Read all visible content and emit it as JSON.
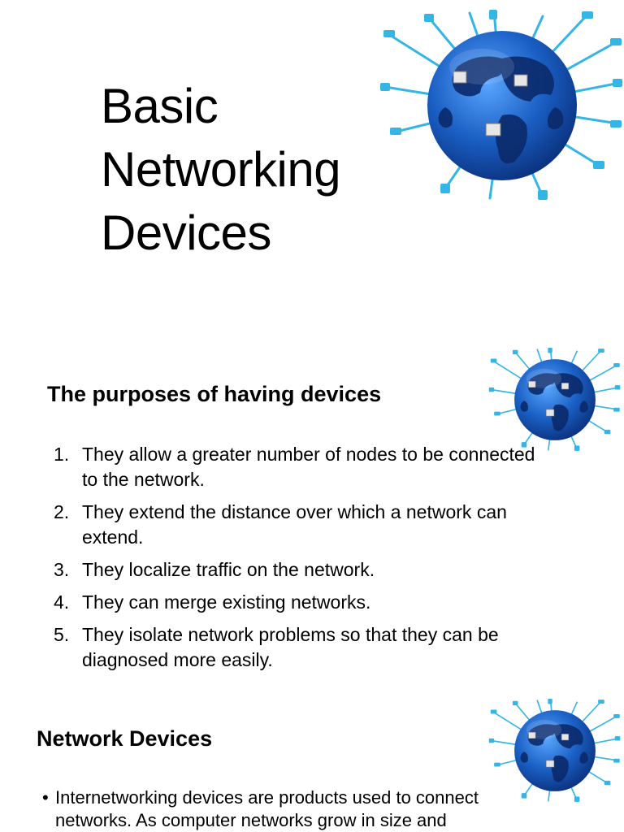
{
  "slide1": {
    "title_lines": [
      "Basic",
      "Networking",
      "Devices"
    ],
    "image_icon": "globe-network-cables-icon"
  },
  "slide2": {
    "heading": "The purposes of having devices",
    "items": [
      {
        "num": "1.",
        "text": "They allow a greater number of nodes to be connected to the network."
      },
      {
        "num": "2.",
        "text": "They extend the distance over which a network can extend."
      },
      {
        "num": "3.",
        "text": "They localize traffic on the network."
      },
      {
        "num": "4.",
        "text": "They can merge existing networks."
      },
      {
        "num": "5.",
        "text": "They isolate network problems so that they can be diagnosed more easily."
      }
    ],
    "image_icon": "globe-network-cables-icon"
  },
  "slide3": {
    "heading": "Network Devices",
    "bullets": [
      {
        "marker": "•",
        "text": "Internetworking devices are products used to connect networks.  As computer networks grow in size and"
      }
    ],
    "image_icon": "globe-network-cables-icon"
  },
  "colors": {
    "globe_ocean": "#1a5fc4",
    "globe_land": "#0b2a6b",
    "cable": "#33b5e5",
    "text": "#000000",
    "background": "#ffffff"
  }
}
